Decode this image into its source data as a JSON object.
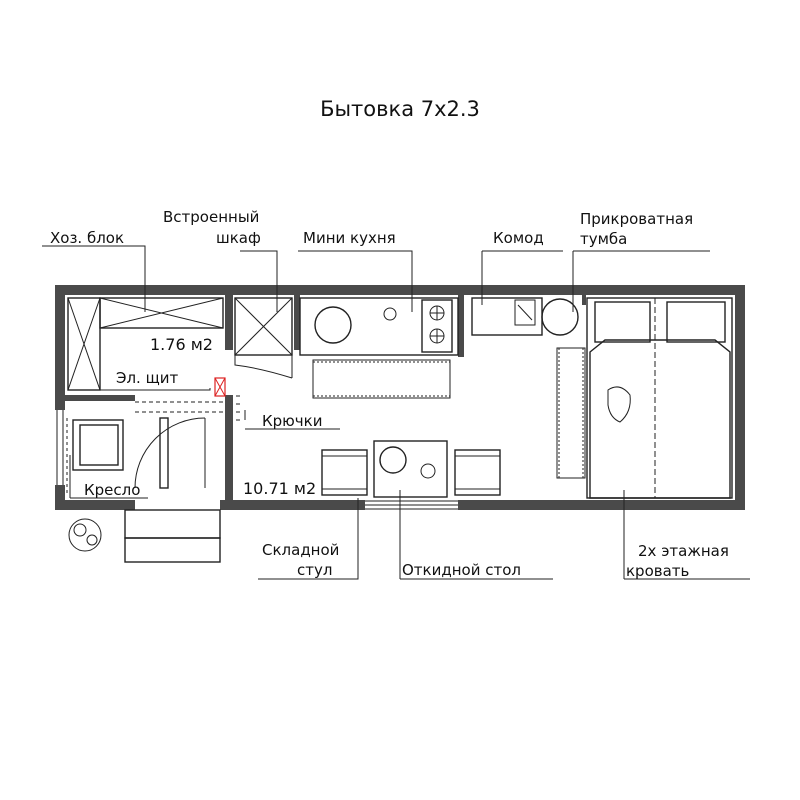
{
  "title": "Бытовка 7х2.3",
  "areas": {
    "utility": "1.76 м2",
    "main": "10.71 м2"
  },
  "labels": {
    "utility_block": "Хоз. блок",
    "built_in_wardrobe_line1": "Встроенный",
    "built_in_wardrobe_line2": "шкаф",
    "mini_kitchen": "Мини кухня",
    "dresser": "Комод",
    "bedside_line1": "Прикроватная",
    "bedside_line2": "тумба",
    "electrical_panel": "Эл. щит",
    "hooks": "Крючки",
    "armchair": "Кресло",
    "folding_chair_line1": "Складной",
    "folding_chair_line2": "стул",
    "folding_table": "Откидной стол",
    "bunk_bed_line1": "2х этажная",
    "bunk_bed_line2": "кровать"
  }
}
